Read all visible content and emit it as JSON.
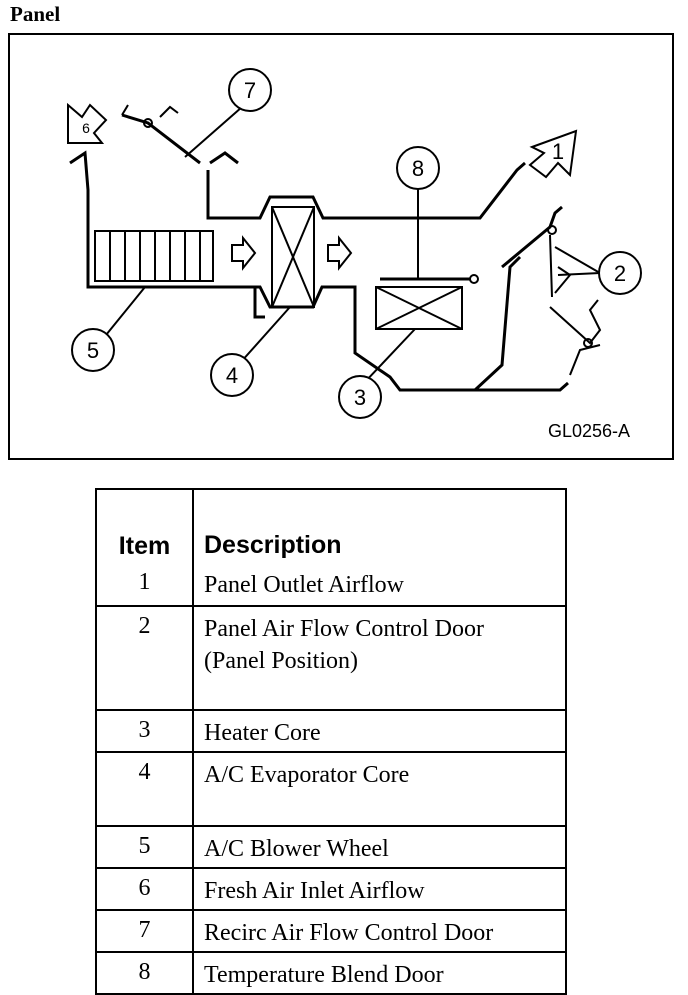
{
  "title": "Panel",
  "diagram": {
    "code": "GL0256-A",
    "callouts": [
      "1",
      "2",
      "3",
      "4",
      "5",
      "6",
      "7",
      "8"
    ]
  },
  "table": {
    "headers": {
      "item": "Item",
      "description": "Description"
    },
    "rows": [
      {
        "item": "1",
        "description": [
          "Panel Outlet Airflow"
        ]
      },
      {
        "item": "2",
        "description": [
          "Panel Air Flow Control Door",
          "(Panel Position)"
        ]
      },
      {
        "item": "3",
        "description": [
          "Heater Core"
        ]
      },
      {
        "item": "4",
        "description": [
          "A/C Evaporator Core"
        ]
      },
      {
        "item": "5",
        "description": [
          "A/C Blower Wheel"
        ]
      },
      {
        "item": "6",
        "description": [
          "Fresh Air Inlet Airflow"
        ]
      },
      {
        "item": "7",
        "description": [
          "Recirc Air Flow Control Door"
        ]
      },
      {
        "item": "8",
        "description": [
          "Temperature Blend Door"
        ]
      }
    ]
  }
}
